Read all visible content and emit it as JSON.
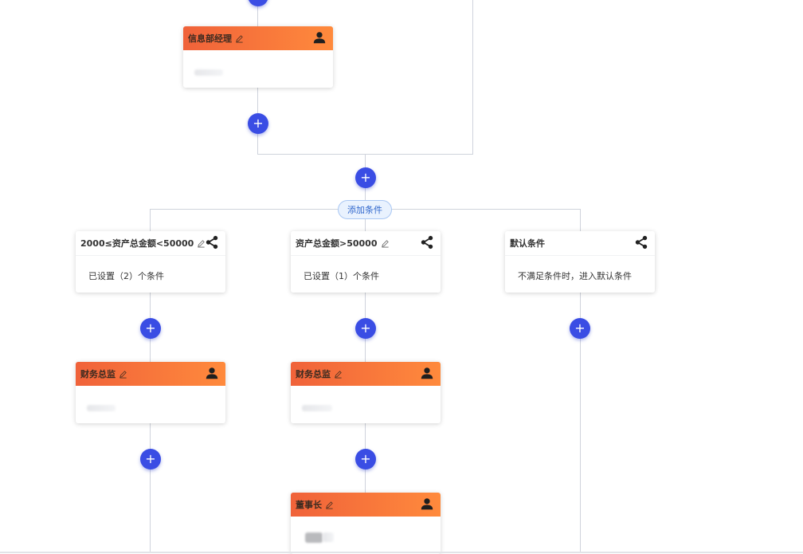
{
  "add_condition_label": "添加条件",
  "approver_nodes": [
    {
      "title": "信息部经理",
      "icon": "user-icon"
    },
    {
      "title": "财务总监",
      "icon": "user-icon"
    },
    {
      "title": "财务总监",
      "icon": "user-icon"
    },
    {
      "title": "董事长",
      "icon": "user-icon"
    }
  ],
  "condition_branches": [
    {
      "title": "2000≤资产总金额<50000",
      "desc": "已设置（2）个条件",
      "icon": "share-icon",
      "editable": true
    },
    {
      "title": "资产总金额>50000",
      "desc": "已设置（1）个条件",
      "icon": "share-icon",
      "editable": true
    },
    {
      "title": "默认条件",
      "desc": "不满足条件时，进入默认条件",
      "icon": "share-icon",
      "editable": false
    }
  ],
  "add_button_symbol": "+",
  "colors": {
    "node_header_start": "#f0623a",
    "node_header_end": "#ff8a3c",
    "add_button": "#3a4de4",
    "pill_border": "#a9c7f3",
    "pill_text": "#2f66cc",
    "connector": "#cfd3dc"
  }
}
